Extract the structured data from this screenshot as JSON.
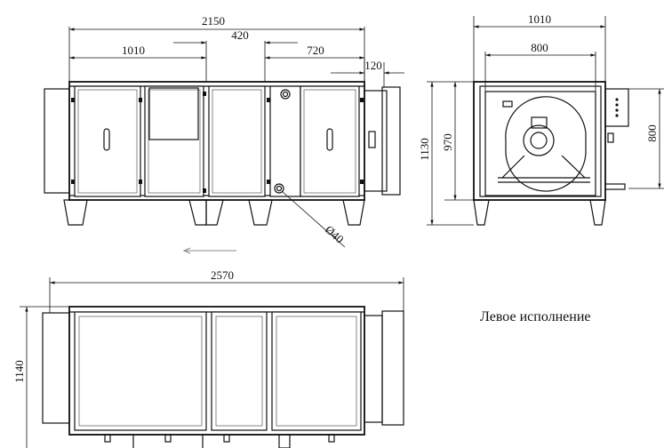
{
  "front_view": {
    "dims": {
      "overall_length": "2150",
      "section_left": "1010",
      "section_mid": "420",
      "section_right": "720",
      "outlet": "120",
      "drain": "Ø40"
    }
  },
  "side_view": {
    "dims": {
      "width": "1010",
      "fan_width": "800",
      "height_total": "1130",
      "height_body": "970",
      "fan_height": "800"
    }
  },
  "top_view": {
    "dims": {
      "length": "2570",
      "depth": "1140"
    }
  },
  "caption": "Левое исполнение",
  "colors": {
    "line": "#111111",
    "arrow": "#888888"
  }
}
